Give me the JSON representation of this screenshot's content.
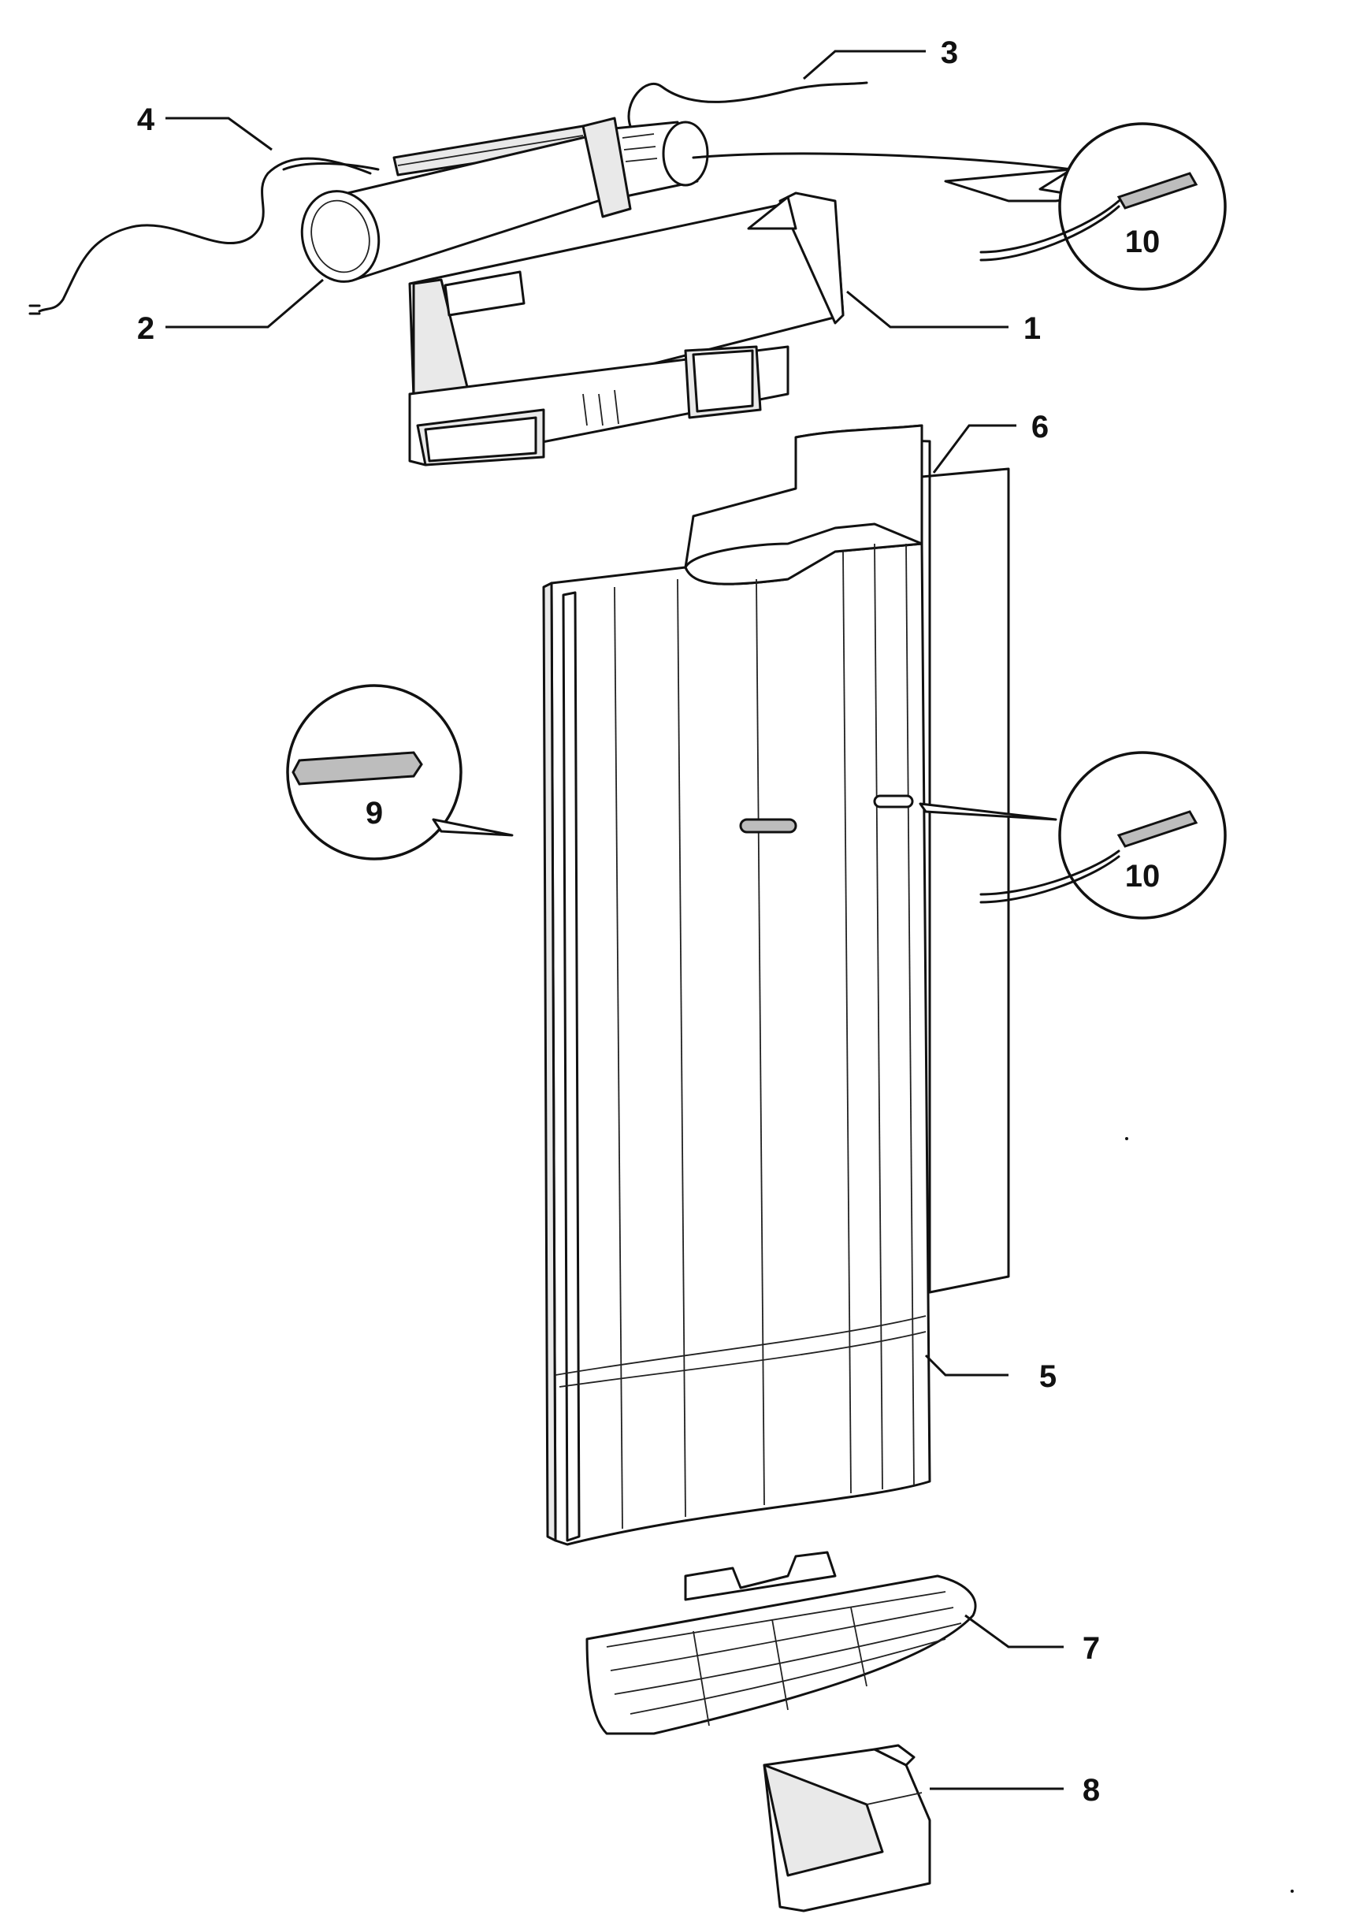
{
  "callouts": [
    {
      "id": "1",
      "label": "1"
    },
    {
      "id": "2",
      "label": "2"
    },
    {
      "id": "3",
      "label": "3"
    },
    {
      "id": "4",
      "label": "4"
    },
    {
      "id": "5",
      "label": "5"
    },
    {
      "id": "6",
      "label": "6"
    },
    {
      "id": "7",
      "label": "7"
    },
    {
      "id": "8",
      "label": "8"
    }
  ],
  "details": [
    {
      "id": "9",
      "label": "9"
    },
    {
      "id": "10-top",
      "label": "10"
    },
    {
      "id": "10-mid",
      "label": "10"
    }
  ]
}
